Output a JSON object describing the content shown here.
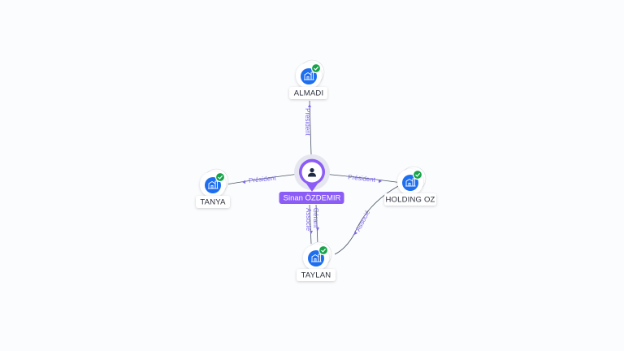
{
  "colors": {
    "background": "#fbfcfe",
    "edge": "#4b5563",
    "edge_label": "#7b68ee",
    "company_icon": "#1e6ef0",
    "verified_badge": "#16a34a",
    "person_accent": "#8b5cf6"
  },
  "center": {
    "name": "Sinan ÖZDEMIR",
    "icon": "person-icon"
  },
  "companies": [
    {
      "id": "almadi",
      "name": "ALMADI",
      "icon": "building-icon",
      "verified": true
    },
    {
      "id": "tanya",
      "name": "TANYA",
      "icon": "building-icon",
      "verified": true
    },
    {
      "id": "holding",
      "name": "HOLDING OZ",
      "icon": "building-icon",
      "verified": true
    },
    {
      "id": "taylan",
      "name": "TAYLAN",
      "icon": "building-icon",
      "verified": true
    }
  ],
  "relations": [
    {
      "from": "center",
      "to": "almadi",
      "label": "Président"
    },
    {
      "from": "center",
      "to": "tanya",
      "label": "Président"
    },
    {
      "from": "center",
      "to": "holding",
      "label": "Président"
    },
    {
      "from": "center",
      "to": "taylan",
      "label": "Associé"
    },
    {
      "from": "center",
      "to": "taylan",
      "label": "Gérant"
    },
    {
      "from": "holding",
      "to": "taylan",
      "label": "Associé"
    }
  ]
}
